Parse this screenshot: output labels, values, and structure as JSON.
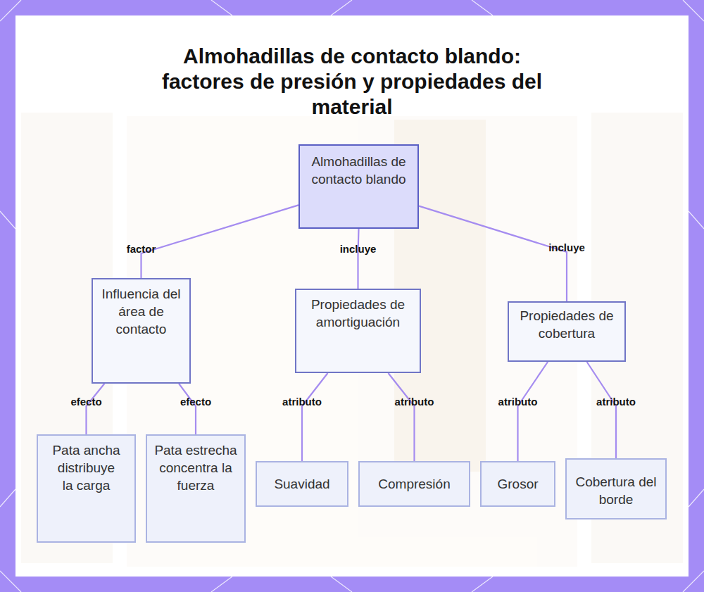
{
  "diagram": {
    "title": "Almohadillas de contacto blando: factores de presión y propiedades del material",
    "nodes": [
      {
        "text": [
          "Almohadillas de contacto blando"
        ]
      },
      {
        "text": [
          "Influencia del área de contacto"
        ]
      },
      {
        "text": [
          "Propiedades de amortiguación"
        ]
      },
      {
        "text": [
          "Propiedades de cobertura"
        ]
      },
      {
        "text": [
          "Pata ancha distribuye la carga"
        ]
      },
      {
        "text": [
          "Pata estrecha concentra la fuerza"
        ]
      },
      {
        "text": [
          "Suavidad"
        ]
      },
      {
        "text": [
          "Compresión"
        ]
      },
      {
        "text": [
          "Grosor"
        ]
      },
      {
        "text": [
          "Cobertura del borde"
        ]
      }
    ],
    "edges": [
      {
        "from": 0,
        "to": 1,
        "label": "factor",
        "arrow": "none"
      },
      {
        "from": 0,
        "to": 2,
        "label": "incluye",
        "arrow": "none"
      },
      {
        "from": 0,
        "to": 3,
        "label": "incluye",
        "arrow": "none"
      },
      {
        "from": 1,
        "to": 4,
        "label": "efecto",
        "arrow": "none"
      },
      {
        "from": 1,
        "to": 5,
        "label": "efecto",
        "arrow": "none"
      },
      {
        "from": 2,
        "to": 6,
        "label": "atributo",
        "arrow": "none"
      },
      {
        "from": 2,
        "to": 7,
        "label": "atributo",
        "arrow": "none"
      },
      {
        "from": 3,
        "to": 8,
        "label": "atributo",
        "arrow": "none"
      },
      {
        "from": 3,
        "to": 9,
        "label": "atributo",
        "arrow": "none"
      }
    ]
  }
}
